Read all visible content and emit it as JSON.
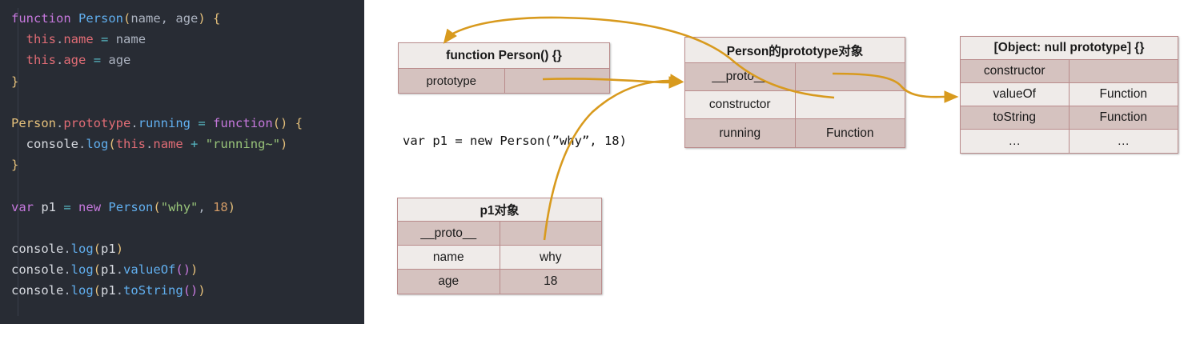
{
  "code_panel": {
    "language": "javascript",
    "background": "#282c34",
    "lines": [
      [
        {
          "t": "function",
          "c": "kw"
        },
        {
          "t": " ",
          "c": "ws"
        },
        {
          "t": "Person",
          "c": "fn"
        },
        {
          "t": "(",
          "c": "paren-y"
        },
        {
          "t": "name,",
          "c": "plain"
        },
        {
          "t": " ",
          "c": "ws"
        },
        {
          "t": "age",
          "c": "plain"
        },
        {
          "t": ")",
          "c": "paren-y"
        },
        {
          "t": " ",
          "c": "ws"
        },
        {
          "t": "{",
          "c": "yellow"
        }
      ],
      [
        {
          "t": "  ",
          "c": "ws"
        },
        {
          "t": "this",
          "c": "this"
        },
        {
          "t": ".",
          "c": "dot"
        },
        {
          "t": "name",
          "c": "prop"
        },
        {
          "t": " ",
          "c": "ws"
        },
        {
          "t": "=",
          "c": "op"
        },
        {
          "t": " ",
          "c": "ws"
        },
        {
          "t": "name",
          "c": "plain"
        }
      ],
      [
        {
          "t": "  ",
          "c": "ws"
        },
        {
          "t": "this",
          "c": "this"
        },
        {
          "t": ".",
          "c": "dot"
        },
        {
          "t": "age",
          "c": "prop"
        },
        {
          "t": " ",
          "c": "ws"
        },
        {
          "t": "=",
          "c": "op"
        },
        {
          "t": " ",
          "c": "ws"
        },
        {
          "t": "age",
          "c": "plain"
        }
      ],
      [
        {
          "t": "}",
          "c": "yellow"
        }
      ],
      [
        {
          "t": "",
          "c": "plain"
        }
      ],
      [
        {
          "t": "Person",
          "c": "yellow"
        },
        {
          "t": ".",
          "c": "dot"
        },
        {
          "t": "prototype",
          "c": "prop"
        },
        {
          "t": ".",
          "c": "dot"
        },
        {
          "t": "running",
          "c": "fn"
        },
        {
          "t": " ",
          "c": "ws"
        },
        {
          "t": "=",
          "c": "op"
        },
        {
          "t": " ",
          "c": "ws"
        },
        {
          "t": "function",
          "c": "kw"
        },
        {
          "t": "()",
          "c": "paren-y"
        },
        {
          "t": " ",
          "c": "ws"
        },
        {
          "t": "{",
          "c": "yellow"
        }
      ],
      [
        {
          "t": "  ",
          "c": "ws"
        },
        {
          "t": "console",
          "c": "white"
        },
        {
          "t": ".",
          "c": "dot"
        },
        {
          "t": "log",
          "c": "fn"
        },
        {
          "t": "(",
          "c": "paren-y"
        },
        {
          "t": "this",
          "c": "this"
        },
        {
          "t": ".",
          "c": "dot"
        },
        {
          "t": "name",
          "c": "prop"
        },
        {
          "t": " ",
          "c": "ws"
        },
        {
          "t": "+",
          "c": "op"
        },
        {
          "t": " ",
          "c": "ws"
        },
        {
          "t": "\"running~\"",
          "c": "str"
        },
        {
          "t": ")",
          "c": "paren-y"
        }
      ],
      [
        {
          "t": "}",
          "c": "yellow"
        }
      ],
      [
        {
          "t": "",
          "c": "plain"
        }
      ],
      [
        {
          "t": "var",
          "c": "kw"
        },
        {
          "t": " ",
          "c": "ws"
        },
        {
          "t": "p1",
          "c": "white"
        },
        {
          "t": " ",
          "c": "ws"
        },
        {
          "t": "=",
          "c": "op"
        },
        {
          "t": " ",
          "c": "ws"
        },
        {
          "t": "new",
          "c": "kw"
        },
        {
          "t": " ",
          "c": "ws"
        },
        {
          "t": "Person",
          "c": "fn"
        },
        {
          "t": "(",
          "c": "paren-y"
        },
        {
          "t": "\"why\"",
          "c": "str"
        },
        {
          "t": ",",
          "c": "plain"
        },
        {
          "t": " ",
          "c": "ws"
        },
        {
          "t": "18",
          "c": "num"
        },
        {
          "t": ")",
          "c": "paren-y"
        }
      ],
      [
        {
          "t": "",
          "c": "plain"
        }
      ],
      [
        {
          "t": "console",
          "c": "white"
        },
        {
          "t": ".",
          "c": "dot"
        },
        {
          "t": "log",
          "c": "fn"
        },
        {
          "t": "(",
          "c": "paren-y"
        },
        {
          "t": "p1",
          "c": "white"
        },
        {
          "t": ")",
          "c": "paren-y"
        }
      ],
      [
        {
          "t": "console",
          "c": "white"
        },
        {
          "t": ".",
          "c": "dot"
        },
        {
          "t": "log",
          "c": "fn"
        },
        {
          "t": "(",
          "c": "paren-y"
        },
        {
          "t": "p1",
          "c": "white"
        },
        {
          "t": ".",
          "c": "dot"
        },
        {
          "t": "valueOf",
          "c": "fn"
        },
        {
          "t": "(",
          "c": "paren-m"
        },
        {
          "t": ")",
          "c": "paren-m"
        },
        {
          "t": ")",
          "c": "paren-y"
        }
      ],
      [
        {
          "t": "console",
          "c": "white"
        },
        {
          "t": ".",
          "c": "dot"
        },
        {
          "t": "log",
          "c": "fn"
        },
        {
          "t": "(",
          "c": "paren-y"
        },
        {
          "t": "p1",
          "c": "white"
        },
        {
          "t": ".",
          "c": "dot"
        },
        {
          "t": "toString",
          "c": "fn"
        },
        {
          "t": "(",
          "c": "paren-m"
        },
        {
          "t": ")",
          "c": "paren-m"
        },
        {
          "t": ")",
          "c": "paren-y"
        }
      ]
    ]
  },
  "diagram": {
    "caption": "var p1 = new Person(”why”, 18)",
    "colors": {
      "box_border": "#b98b8b",
      "row_dark": "#d5c2bf",
      "row_light": "#efebe9",
      "arrow": "#d89a1e"
    },
    "boxes": {
      "person_function": {
        "title": "function Person() {}",
        "rows": [
          {
            "key": "prototype",
            "value": ""
          }
        ]
      },
      "person_prototype": {
        "title": "Person的prototype对象",
        "rows": [
          {
            "key": "__proto__",
            "value": ""
          },
          {
            "key": "constructor",
            "value": ""
          },
          {
            "key": "running",
            "value": "Function"
          }
        ]
      },
      "object_prototype": {
        "title": "[Object: null prototype] {}",
        "rows": [
          {
            "key": "constructor",
            "value": ""
          },
          {
            "key": "valueOf",
            "value": "Function"
          },
          {
            "key": "toString",
            "value": "Function"
          },
          {
            "key": "…",
            "value": "…"
          }
        ]
      },
      "p1_object": {
        "title": "p1对象",
        "rows": [
          {
            "key": "__proto__",
            "value": ""
          },
          {
            "key": "name",
            "value": "why"
          },
          {
            "key": "age",
            "value": "18"
          }
        ]
      }
    },
    "arrows": [
      {
        "name": "prototype-to-prototype-object",
        "from": "function Person() {} prototype value",
        "to": "Person的prototype对象"
      },
      {
        "name": "constructor-to-person-function",
        "from": "Person的prototype对象 constructor value",
        "to": "function Person() {}"
      },
      {
        "name": "prototype-proto-to-object-prototype",
        "from": "Person的prototype对象 __proto__ value",
        "to": "[Object: null prototype] {} valueOf"
      },
      {
        "name": "p1-proto-to-prototype-object",
        "from": "p1对象 __proto__ value",
        "to": "Person的prototype对象"
      }
    ]
  }
}
